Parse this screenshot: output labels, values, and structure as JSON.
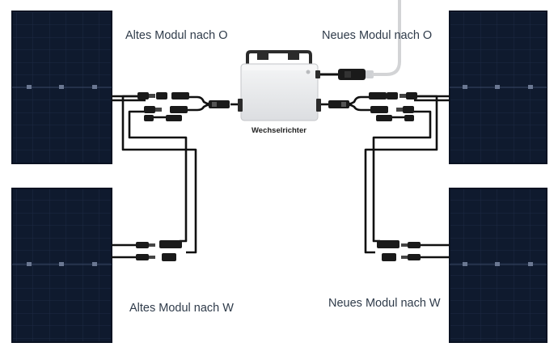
{
  "labels": {
    "old_east": "Altes Modul nach O",
    "new_east": "Neues Modul nach O",
    "old_west": "Altes Modul nach W",
    "new_west": "Neues Modul nach W",
    "inverter": "Wechselrichter"
  },
  "colors": {
    "panel": "#0f1a2e",
    "panel_cell_line": "#1f2c46",
    "cable": "#111111",
    "inverter_body": "#e9eaec",
    "ac_cable": "#d9d9d9",
    "text": "#2f3b4a"
  },
  "icons": [
    "solar-panel-icon",
    "inverter-icon",
    "mc4-connector-icon",
    "ac-plug-icon"
  ]
}
